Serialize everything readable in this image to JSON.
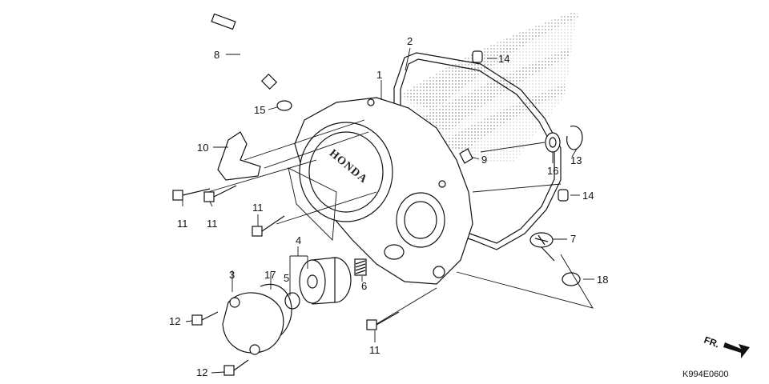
{
  "diagram_code": "K994E0600",
  "direction_label": "FR.",
  "brand_mark": "HONDA",
  "callouts": {
    "p1": "1",
    "p2": "2",
    "p3": "3",
    "p4": "4",
    "p5": "5",
    "p6": "6",
    "p7": "7",
    "p8": "8",
    "p9": "9",
    "p10": "10",
    "p11a": "11",
    "p11b": "11",
    "p11c": "11",
    "p11d": "11",
    "p12a": "12",
    "p12b": "12",
    "p13": "13",
    "p14a": "14",
    "p14b": "14",
    "p15": "15",
    "p16": "16",
    "p17": "17",
    "p18": "18"
  }
}
